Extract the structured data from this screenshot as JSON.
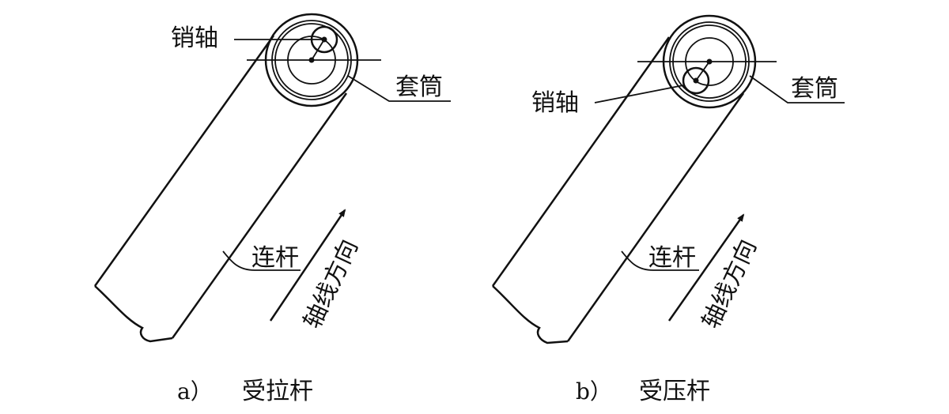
{
  "diagram_a": {
    "pin_label": "销轴",
    "sleeve_label": "套筒",
    "rod_label": "连杆",
    "axis_label": "轴线方向",
    "caption_letter": "a）",
    "caption_text": "受拉杆"
  },
  "diagram_b": {
    "pin_label": "销轴",
    "sleeve_label": "套筒",
    "rod_label": "连杆",
    "axis_label": "轴线方向",
    "caption_letter": "b）",
    "caption_text": "受压杆"
  }
}
